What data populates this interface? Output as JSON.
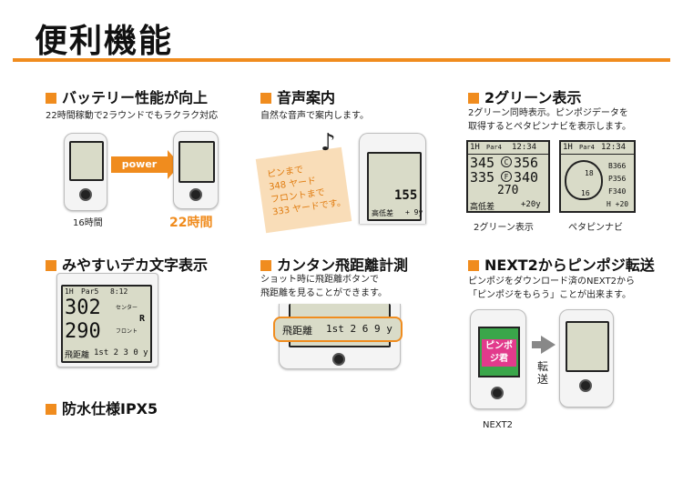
{
  "title": "便利機能",
  "sections": {
    "battery": {
      "heading": "バッテリー性能が向上",
      "desc": "22時間稼動で2ラウンドでもラクラク対応",
      "arrow_label": "power up!",
      "left_caption": "16時間",
      "right_caption": "22時間"
    },
    "voice": {
      "heading": "音声案内",
      "desc": "自然な音声で案内します。",
      "note_lines": [
        "ピンまで",
        "348 ヤード",
        "フロントまで",
        "333 ヤードです。"
      ],
      "note_symbol": "♪"
    },
    "two_green": {
      "heading": "2グリーン表示",
      "desc_lines": [
        "2グリーン同時表示。ピンポジデータを",
        "取得するとペタピンナビを表示します。"
      ],
      "left_caption": "2グリーン表示",
      "right_caption": "ペタピンナビ",
      "left_screen": {
        "hole": "1H",
        "par": "Par4",
        "time": "12:34",
        "row1_num": "345",
        "row1_tag": "C",
        "row1_val": "356",
        "row2_num": "335",
        "row2_tag": "F",
        "row2_val": "340",
        "center": "270",
        "label": "高低差",
        "elev": "+20y"
      },
      "right_screen": {
        "hole": "1H",
        "par": "Par4",
        "time": "12:34",
        "b": "B366",
        "p": "P356",
        "f": "F340",
        "h": "H +20",
        "n1": "18",
        "n2": "16"
      }
    },
    "big_text": {
      "heading": "みやすいデカ文字表示",
      "screen": {
        "hole": "1H",
        "par": "Par5",
        "time": "8:12",
        "num1": "302",
        "num2": "290",
        "tag1": "センター",
        "tag2": "フロント",
        "r": "R",
        "label": "飛距離",
        "shot": "1st 2 3 0 y"
      }
    },
    "distance": {
      "heading": "カンタン飛距離計測",
      "desc_lines": [
        "ショット時に飛距離ボタンで",
        "飛距離を見ることができます。"
      ],
      "screen_label": "飛距離",
      "screen_shot": "1st 2 6 9 y"
    },
    "next2": {
      "heading": "NEXT2からピンポジ転送",
      "desc_lines": [
        "ピンポジをダウンロード済のNEXT2から",
        "「ピンポジをもらう」ことが出来ます。"
      ],
      "transfer_label": "転送",
      "device_caption": "NEXT2",
      "phone_text": "ピンポジ君"
    },
    "waterproof": {
      "heading": "防水仕様IPX5"
    }
  },
  "colors": {
    "accent": "#f08c1e",
    "lcd": "#d9dbc8",
    "note": "#f9ddb8"
  }
}
